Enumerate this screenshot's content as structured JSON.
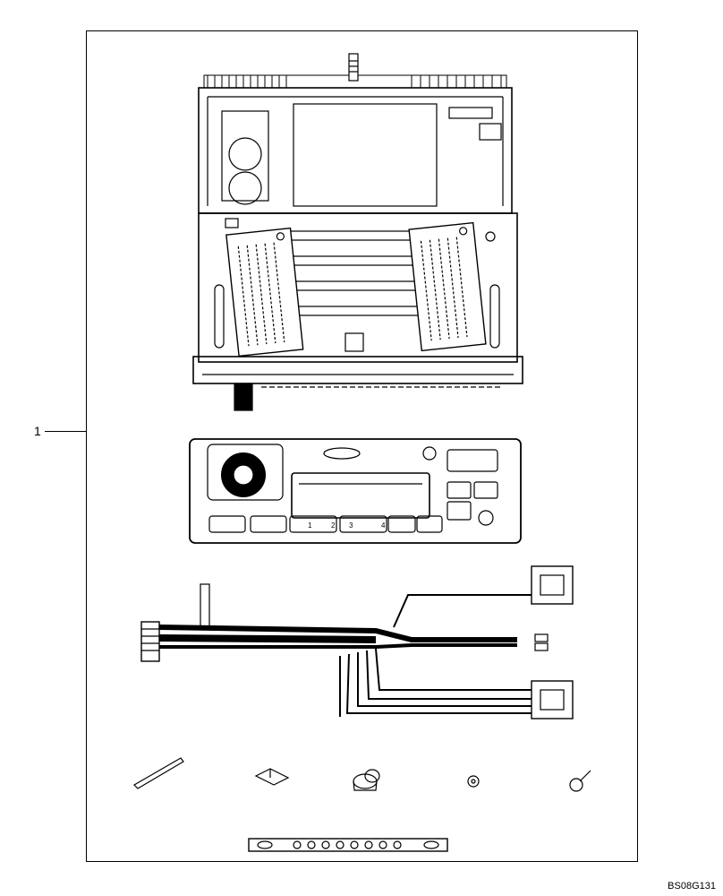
{
  "callout": {
    "number": "1"
  },
  "figure": {
    "code": "BS08G131"
  },
  "radio_faceplate": {
    "buttons": [
      "1",
      "2",
      "3",
      "4"
    ]
  }
}
